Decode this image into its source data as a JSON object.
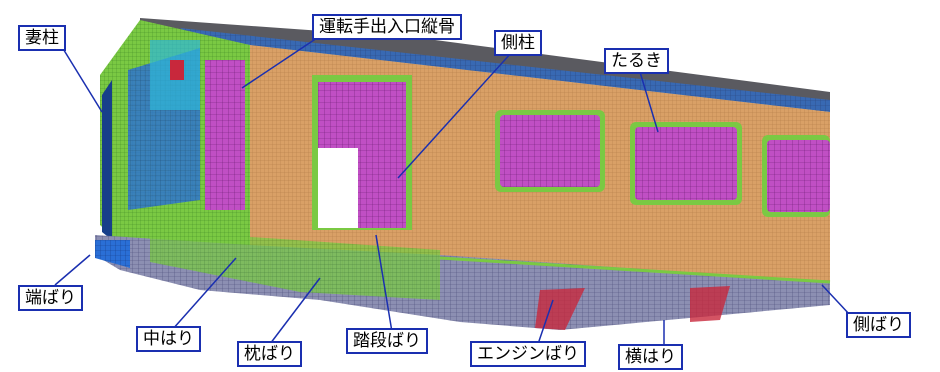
{
  "labels": {
    "end_post": "妻柱",
    "driver_door_post": "運転手出入口縦骨",
    "side_post": "側柱",
    "roof_rafter": "たるき",
    "end_beam": "端ばり",
    "center_sill": "中はり",
    "bolster_beam": "枕ばり",
    "step_beam": "踏段ばり",
    "engine_beam": "エンジンばり",
    "cross_beam": "横はり",
    "side_sill": "側ばり"
  },
  "colors": {
    "callout_border": "#1a2fb0",
    "leader_line": "#1a2fb0",
    "body_panel": "#d9a066",
    "mesh_green": "#7ac943",
    "mesh_blue": "#2a6fd6",
    "mesh_magenta": "#c04fc4",
    "mesh_red": "#c8283c"
  }
}
